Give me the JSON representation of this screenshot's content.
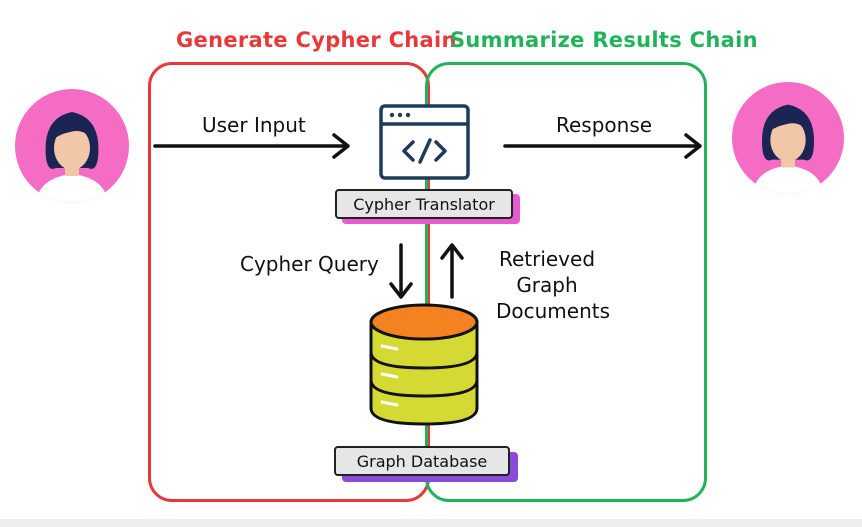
{
  "titles": {
    "generate_chain": "Generate Cypher Chain",
    "summarize_chain": "Summarize Results Chain"
  },
  "labels": {
    "user_input": "User Input",
    "response": "Response",
    "cypher_query": "Cypher Query",
    "retrieved_line1": "Retrieved",
    "retrieved_line2": "Graph",
    "retrieved_line3": "Documents"
  },
  "tags": {
    "translator": "Cypher Translator",
    "database": "Graph Database"
  },
  "icons": {
    "user_left": "woman-avatar-icon",
    "user_right": "woman-avatar-icon",
    "translator": "code-window-icon",
    "database": "database-icon"
  },
  "colors": {
    "generate": "#e8393a",
    "summarize": "#22b35a",
    "avatar_bg": "#f56cc4",
    "db_top": "#f58220",
    "db_body": "#d4d933",
    "window_stroke": "#1f3a5a",
    "tag_shadow_pink": "#e85bd0",
    "tag_shadow_purple": "#8a4bd6"
  }
}
